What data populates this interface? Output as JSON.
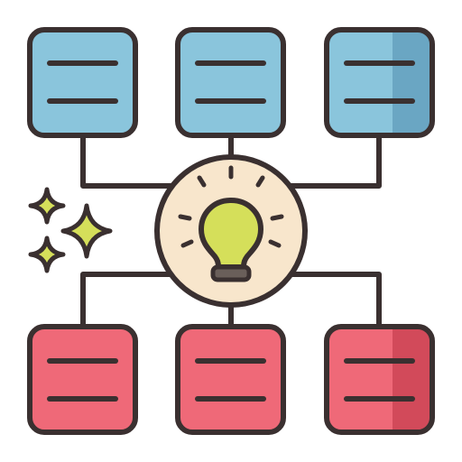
{
  "illustration": {
    "icon": "idea-mind-map-icon",
    "colors": {
      "outline": "#3a3030",
      "top_box_fill": "#8ac5dc",
      "top_box_shade": "#6aa6c3",
      "bottom_box_fill": "#ef6978",
      "bottom_box_shade": "#d24a5a",
      "hub_fill": "#f8e6cc",
      "bulb_fill": "#d5df5a",
      "bulb_base": "#6a5f5a",
      "sparkle_fill": "#d5df5a",
      "background": "#ffffff"
    },
    "top_row": [
      {
        "name": "idea-card-top-left"
      },
      {
        "name": "idea-card-top-center"
      },
      {
        "name": "idea-card-top-right"
      }
    ],
    "bottom_row": [
      {
        "name": "idea-card-bottom-left"
      },
      {
        "name": "idea-card-bottom-center"
      },
      {
        "name": "idea-card-bottom-right"
      }
    ],
    "sparkles": [
      {
        "name": "sparkle-small-top-icon"
      },
      {
        "name": "sparkle-large-icon"
      },
      {
        "name": "sparkle-small-bottom-icon"
      }
    ]
  }
}
